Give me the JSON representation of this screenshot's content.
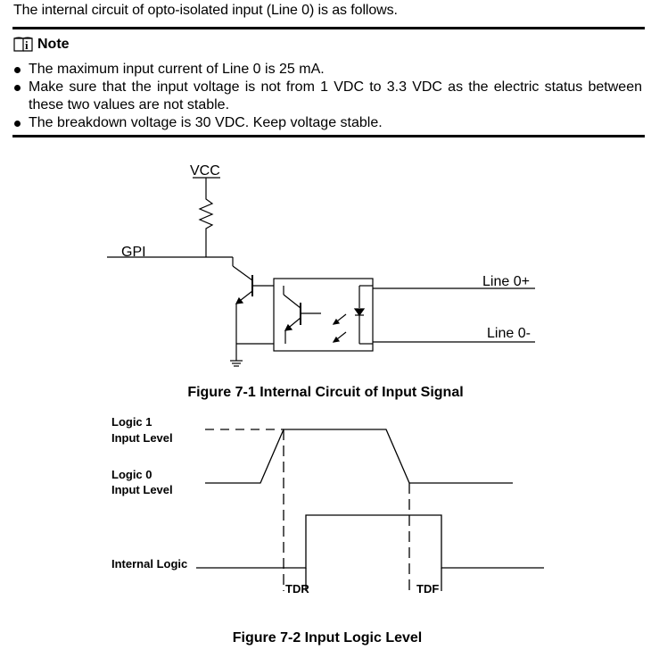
{
  "intro_text": "The internal circuit of opto-isolated input (Line 0) is as follows.",
  "note": {
    "icon": "note-book-icon",
    "title": "Note",
    "items": [
      "The maximum input current of Line 0 is 25 mA.",
      "Make sure that the input voltage is not from 1 VDC to 3.3 VDC as the electric status between these two values are not stable.",
      "The breakdown voltage is 30 VDC. Keep voltage stable."
    ]
  },
  "circuit": {
    "vcc_label": "VCC",
    "gpi_label": "GPI",
    "line_plus_label": "Line 0+",
    "line_minus_label": "Line 0-",
    "caption": "Figure 7-1 Internal Circuit of Input Signal"
  },
  "timing": {
    "logic1_line1": "Logic 1",
    "logic1_line2": "Input Level",
    "logic0_line1": "Logic 0",
    "logic0_line2": "Input Level",
    "internal_logic_label": "Internal Logic",
    "tdr_label": "TDR",
    "tdf_label": "TDF",
    "caption": "Figure 7-2 Input Logic Level"
  }
}
